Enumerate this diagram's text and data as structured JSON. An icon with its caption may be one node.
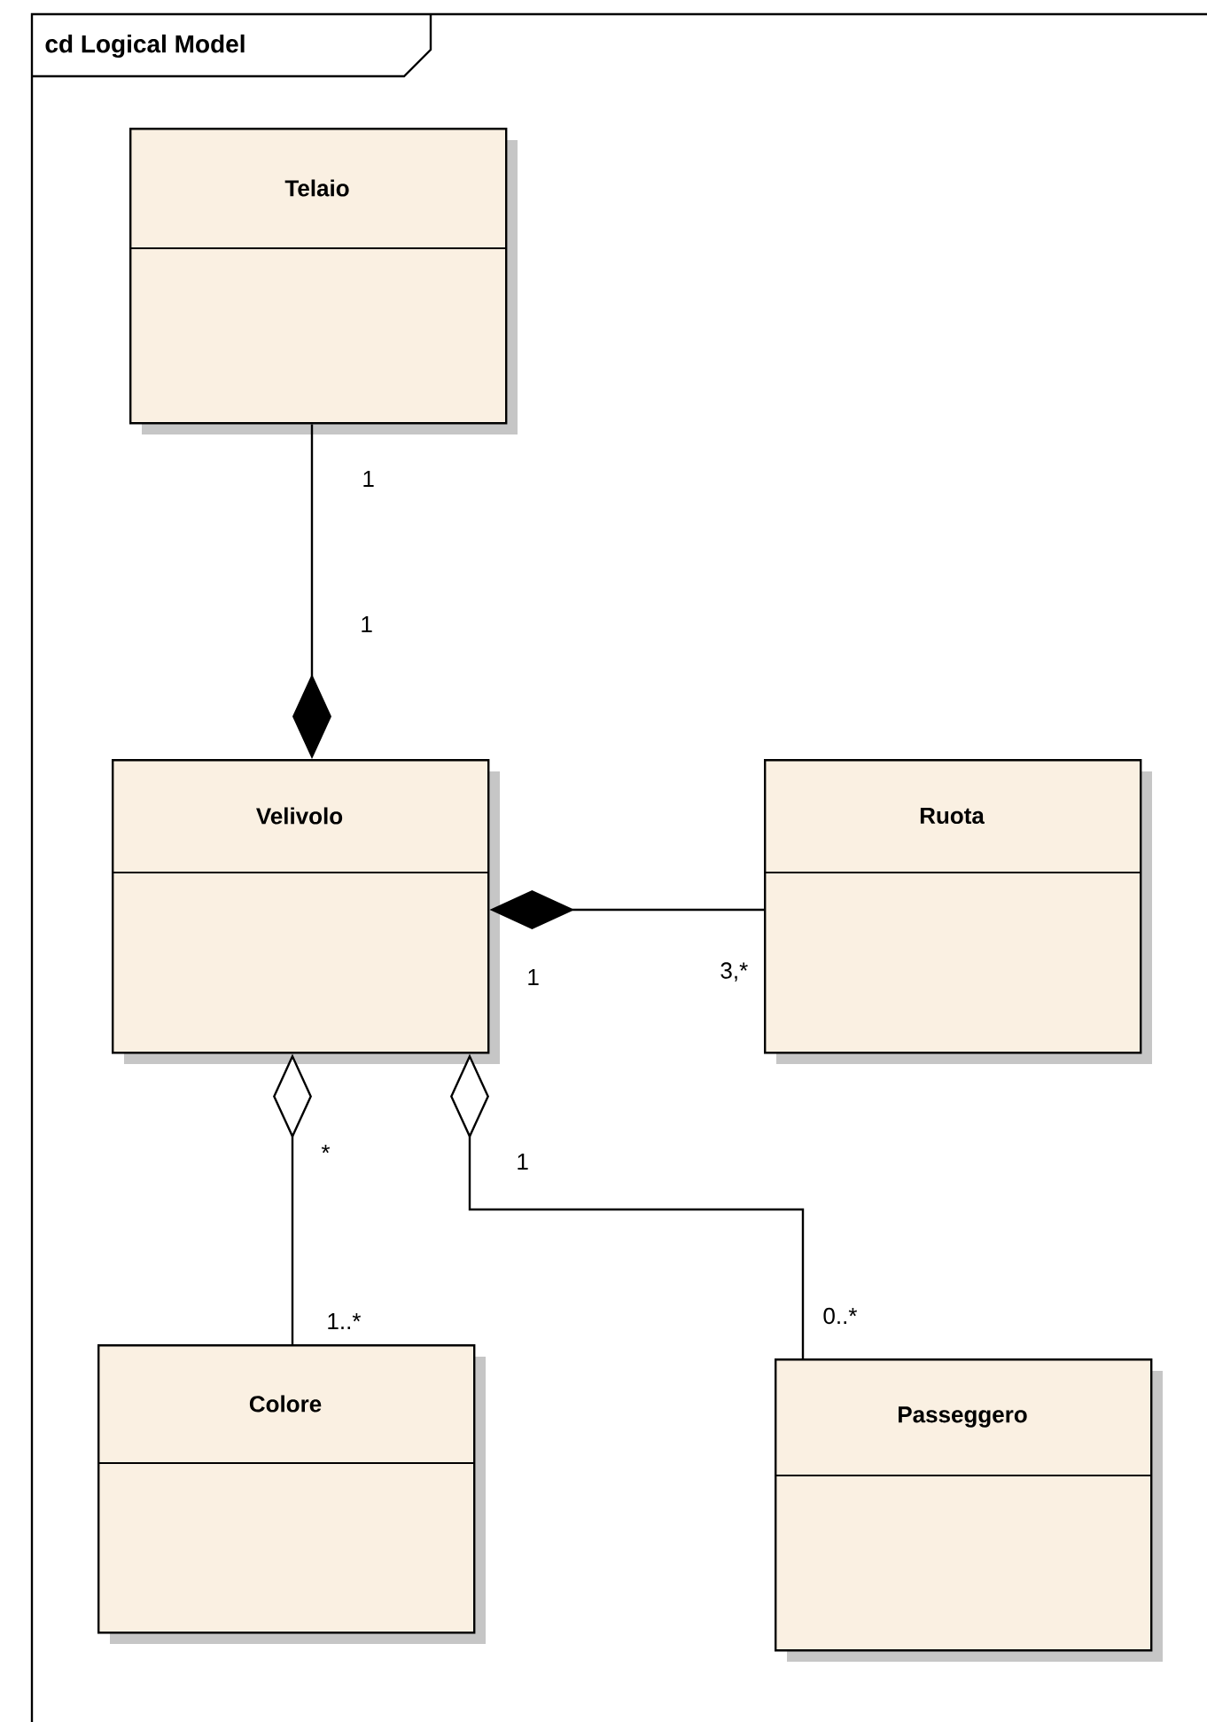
{
  "diagram": {
    "title": "cd Logical Model",
    "nodes": [
      {
        "text": [
          "Telaio"
        ]
      },
      {
        "text": [
          "Velivolo"
        ]
      },
      {
        "text": [
          "Ruota"
        ]
      },
      {
        "text": [
          "Colore"
        ]
      },
      {
        "text": [
          "Passeggero"
        ]
      }
    ],
    "edges": [
      {
        "from": 0,
        "to": 1,
        "arrow": "other"
      },
      {
        "from": 2,
        "to": 1,
        "arrow": "other"
      },
      {
        "from": 3,
        "to": 1,
        "arrow": "other"
      },
      {
        "from": 4,
        "to": 1,
        "arrow": "other"
      }
    ],
    "labels": [
      "1",
      "1",
      "1",
      "3,*",
      "*",
      "1",
      "1..*",
      "0..*"
    ]
  }
}
